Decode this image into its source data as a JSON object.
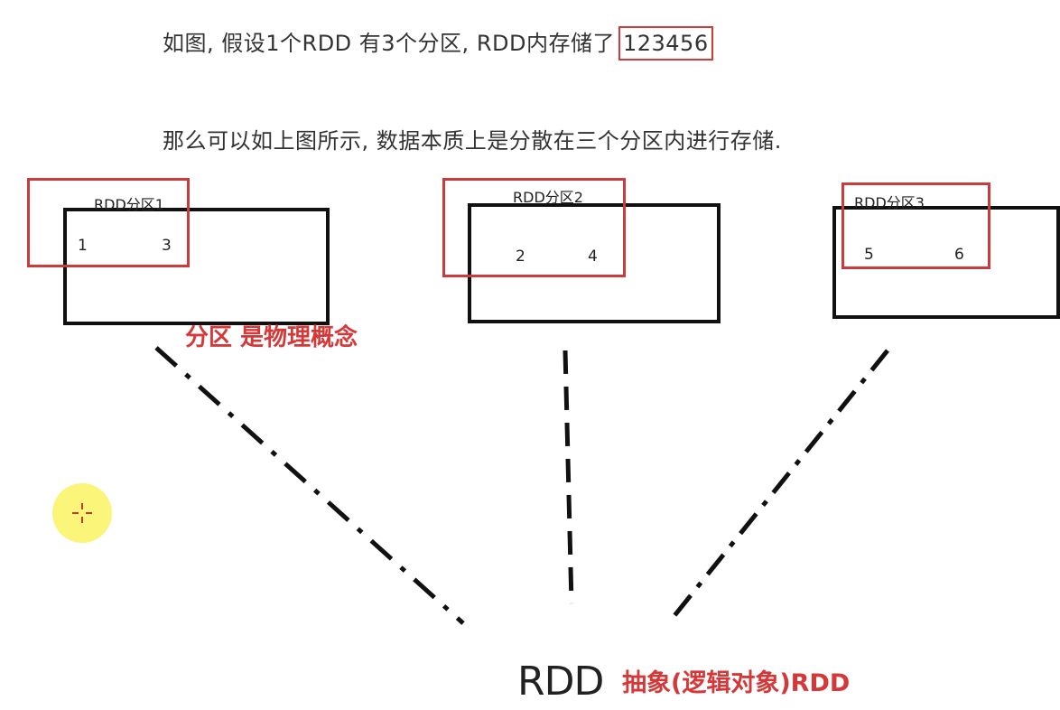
{
  "text": {
    "line1_prefix": "如图, 假设1个RDD 有3个分区, RDD内存储了",
    "line1_highlight": "123456",
    "line2": "那么可以如上图所示, 数据本质上是分散在三个分区内进行存储."
  },
  "partitions": [
    {
      "label": "RDD分区1",
      "values": [
        "1",
        "3"
      ]
    },
    {
      "label": "RDD分区2",
      "values": [
        "2",
        "4"
      ]
    },
    {
      "label": "RDD分区3",
      "values": [
        "5",
        "6"
      ]
    }
  ],
  "annotations": {
    "physical": "分区 是物理概念",
    "rdd": "RDD",
    "logical": "抽象(逻辑对象)RDD"
  },
  "colors": {
    "highlight_red": "#d23a3a",
    "cursor_yellow": "#fbf57a",
    "line_black": "#111111"
  }
}
